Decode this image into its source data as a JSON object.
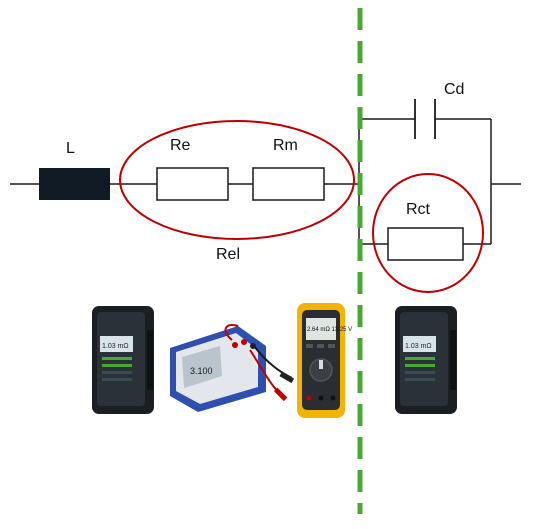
{
  "labels": {
    "inductor": "L",
    "electrolyte_resistance": "Re",
    "metal_resistance": "Rm",
    "ohmic_group": "Rel",
    "double_layer_capacitance": "Cd",
    "charge_transfer_resistance": "Rct"
  },
  "colors": {
    "wire": "#1a1a1a",
    "inductor_fill": "#0f1a24",
    "ellipse": "#c00000",
    "divider": "#4aa832"
  },
  "devices": [
    {
      "icon": "battery-tester-handheld-icon",
      "screen_text": "1.03 mΩ"
    },
    {
      "icon": "battery-hitester-icon",
      "screen_text": "3.100"
    },
    {
      "icon": "digital-multimeter-icon",
      "screen_text": "2.64 mΩ 13.25 V"
    },
    {
      "icon": "battery-tester-handheld-icon",
      "screen_text": "1.03 mΩ"
    }
  ]
}
